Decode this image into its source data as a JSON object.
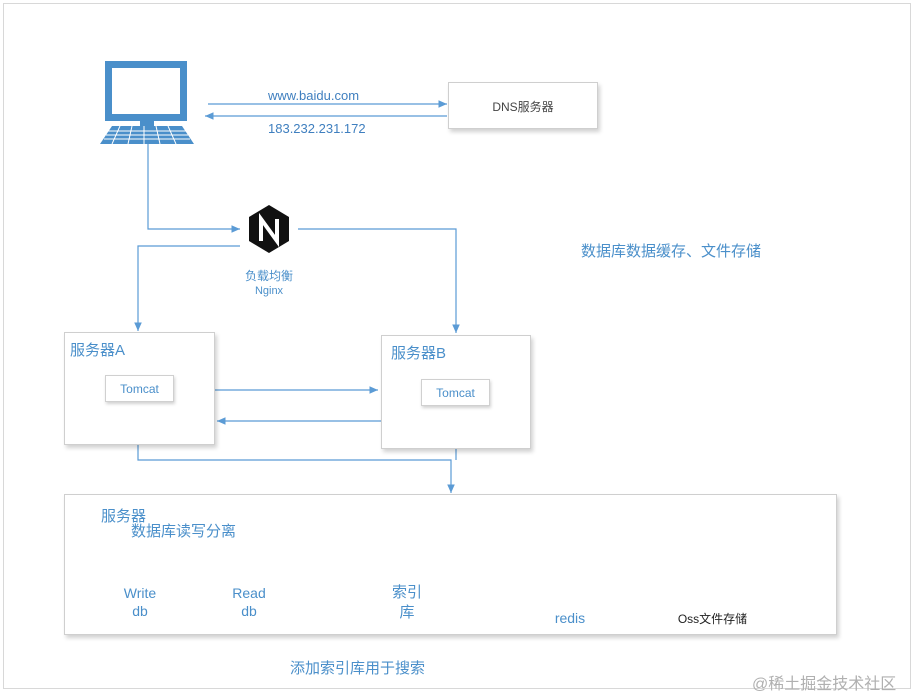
{
  "client": {
    "request_label": "www.baidu.com",
    "response_label": "183.232.231.172"
  },
  "dns": {
    "label": "DNS服务器"
  },
  "nginx": {
    "label": "负载均衡",
    "sublabel": "Nginx",
    "logo_letter": "N"
  },
  "note_cache": "数据库数据缓存、文件存储",
  "server_a": {
    "title": "服务器A",
    "app": "Tomcat"
  },
  "server_b": {
    "title": "服务器B",
    "app": "Tomcat"
  },
  "services": {
    "title": "服务器",
    "subtitle": "数据库读写分离",
    "write_db": [
      "Write",
      "db"
    ],
    "read_db": [
      "Read",
      "db"
    ],
    "index_db": [
      "索引",
      "库"
    ],
    "redis": "redis",
    "oss": "Oss文件存储"
  },
  "note_index": "添加索引库用于搜索",
  "watermark": "@稀土掘金技术社区",
  "colors": {
    "line": "#5b9bd5",
    "text": "#4a8fca",
    "redis": "#c9302c",
    "cloud": "#5b9bd5"
  }
}
